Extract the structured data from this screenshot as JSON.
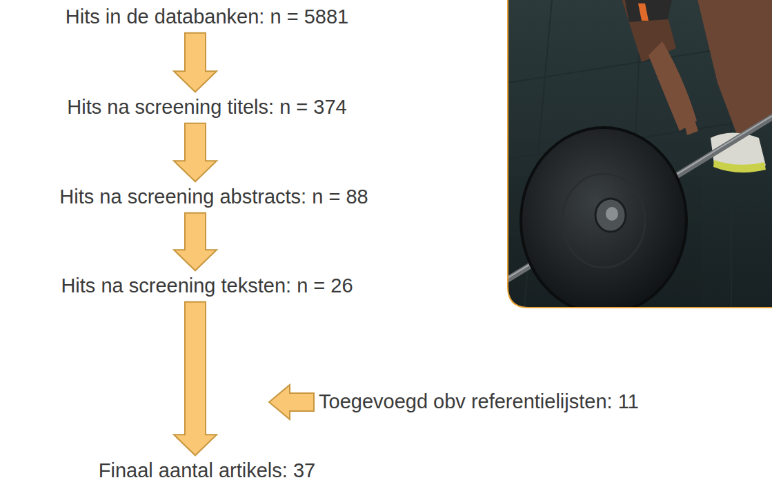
{
  "diagram": {
    "nodes": [
      {
        "text": [
          "Hits in de databanken: n = 5881"
        ]
      },
      {
        "text": [
          "Hits na screening titels: n = 374"
        ]
      },
      {
        "text": [
          "Hits na screening abstracts: n = 88"
        ]
      },
      {
        "text": [
          "Hits na screening teksten: n = 26"
        ]
      },
      {
        "text": [
          "Finaal aantal artikels: 37"
        ]
      }
    ],
    "edges": [
      {
        "from": 0,
        "to": 1,
        "arrow": "to"
      },
      {
        "from": 1,
        "to": 2,
        "arrow": "to"
      },
      {
        "from": 2,
        "to": 3,
        "arrow": "to"
      },
      {
        "from": 3,
        "to": 4,
        "arrow": "to"
      }
    ],
    "labels": [
      "Toegevoegd obv referentielijsten: 11"
    ]
  }
}
